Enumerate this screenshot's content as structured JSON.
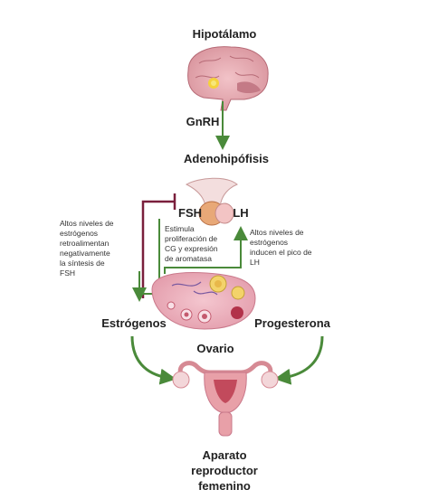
{
  "title": "Hipotálamo",
  "gnrh": "GnRH",
  "adenohipofisis": "Adenohipófisis",
  "fsh": "FSH",
  "lh": "LH",
  "left_note": [
    "Altos niveles de",
    "estrógenos",
    "retroalimentan",
    "negativamente",
    "la síntesis de",
    "FSH"
  ],
  "mid_note": [
    "Estimula",
    "proliferación de",
    "CG y expresión",
    "de aromatasa"
  ],
  "right_note": [
    "Altos niveles de",
    "estrógenos",
    "inducen el pico de",
    "LH"
  ],
  "estrogenos": "Estrógenos",
  "progesterona": "Progesterona",
  "ovario": "Ovario",
  "bottom": [
    "Aparato",
    "reproductor",
    "femenino"
  ],
  "colors": {
    "green_arrow": "#4a8a3a",
    "inhibition": "#7a1f3c",
    "uterus": "#e8a0a8"
  }
}
